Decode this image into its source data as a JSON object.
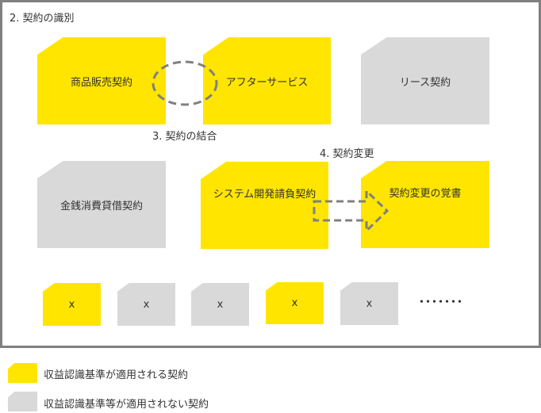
{
  "sections": {
    "identification": "2. 契約の識別",
    "combination": "3. 契約の結合",
    "modification": "4. 契約変更"
  },
  "contracts": {
    "sale": "商品販売契約",
    "after_service": "アフターサービス",
    "lease": "リース契約",
    "loan": "金銭消費貸借契約",
    "system_dev": "システム開発請負契約",
    "memo": "契約変更の覚書"
  },
  "small_boxes": [
    "x",
    "x",
    "x",
    "x",
    "x"
  ],
  "ellipsis": "・・・・・・・",
  "legend": {
    "applied": "収益認識基準が適用される契約",
    "not_applied": "収益認識基準等が適用されない契約"
  },
  "colors": {
    "applied": "#FFE500",
    "not_applied": "#D9D9D9",
    "dash": "#808080"
  }
}
